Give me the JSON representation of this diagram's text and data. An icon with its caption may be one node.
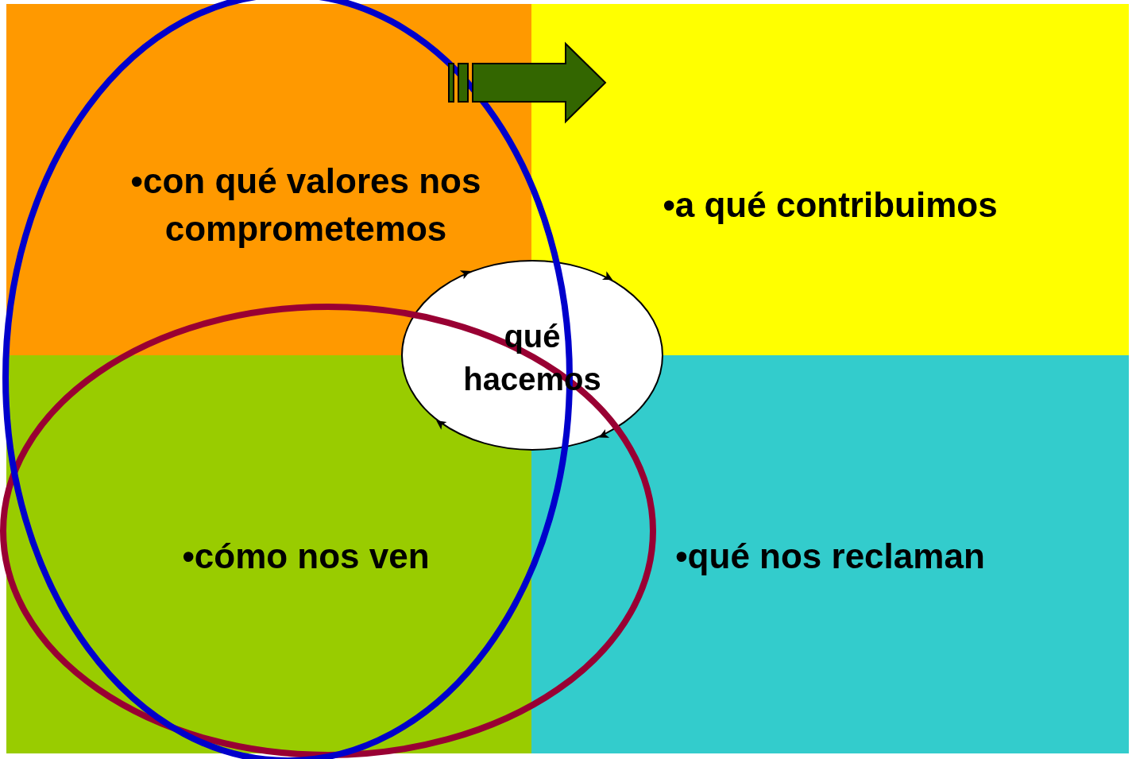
{
  "diagram": {
    "nodes": [
      {
        "text": [
          "•con qué valores nos comprometemos"
        ]
      },
      {
        "text": [
          "•a qué contribuimos"
        ]
      },
      {
        "text": [
          "qué hacemos"
        ]
      },
      {
        "text": [
          "•cómo nos ven"
        ]
      },
      {
        "text": [
          "•qué nos reclaman"
        ]
      }
    ],
    "edges": [
      {
        "from": 0,
        "to": 1,
        "arrow": "to"
      }
    ]
  }
}
